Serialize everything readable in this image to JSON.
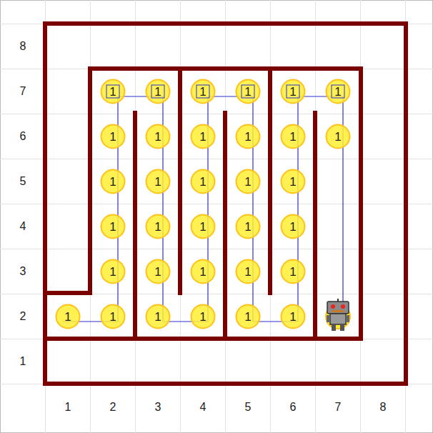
{
  "diagram": {
    "nodes": [
      {
        "text": [
          "1"
        ]
      },
      {
        "text": [
          "1"
        ]
      },
      {
        "text": [
          "1"
        ]
      },
      {
        "text": [
          "1"
        ]
      },
      {
        "text": [
          "1"
        ]
      },
      {
        "text": [
          "1"
        ]
      },
      {
        "text": [
          "1"
        ]
      },
      {
        "text": [
          "1"
        ]
      },
      {
        "text": [
          "1"
        ]
      },
      {
        "text": [
          "1"
        ]
      },
      {
        "text": [
          "1"
        ]
      },
      {
        "text": [
          "1"
        ]
      },
      {
        "text": [
          "1"
        ]
      },
      {
        "text": [
          "1"
        ]
      },
      {
        "text": [
          "1"
        ]
      },
      {
        "text": [
          "1"
        ]
      },
      {
        "text": [
          "1"
        ]
      },
      {
        "text": [
          "1"
        ]
      },
      {
        "text": [
          "1"
        ]
      },
      {
        "text": [
          "1"
        ]
      },
      {
        "text": [
          "1"
        ]
      },
      {
        "text": [
          "1"
        ]
      },
      {
        "text": [
          "1"
        ]
      },
      {
        "text": [
          "1"
        ]
      },
      {
        "text": [
          "1"
        ]
      },
      {
        "text": [
          "1"
        ]
      },
      {
        "text": [
          "1"
        ]
      },
      {
        "text": [
          "1"
        ]
      },
      {
        "text": [
          "1"
        ]
      },
      {
        "text": [
          "1"
        ]
      },
      {
        "text": [
          "1"
        ]
      },
      {
        "text": [
          "1"
        ]
      },
      {
        "text": [
          "1"
        ]
      }
    ],
    "labels": [
      "8",
      "7",
      "6",
      "5",
      "4",
      "3",
      "2",
      "1",
      "1",
      "2",
      "3",
      "4",
      "5",
      "6",
      "7",
      "8"
    ]
  }
}
